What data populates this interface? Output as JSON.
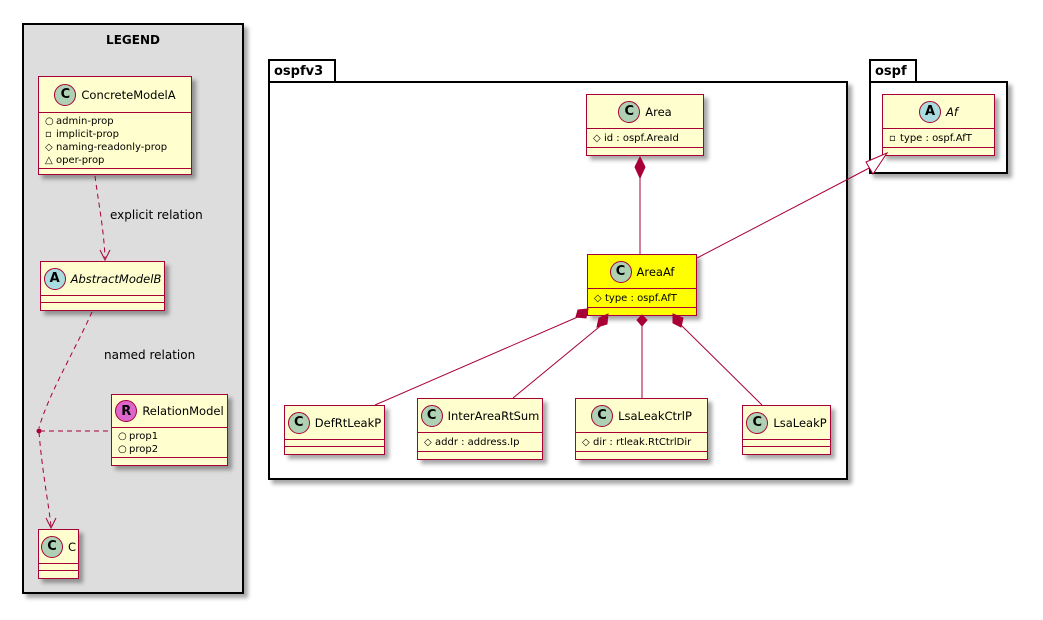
{
  "legend": {
    "title": "LEGEND",
    "concrete": {
      "name": "ConcreteModelA",
      "stereotype": "C",
      "attrs": [
        {
          "vis": "○",
          "text": "admin-prop"
        },
        {
          "vis": "▫",
          "text": "implicit-prop"
        },
        {
          "vis": "◇",
          "text": "naming-readonly-prop"
        },
        {
          "vis": "△",
          "text": "oper-prop"
        }
      ]
    },
    "abstract": {
      "name": "AbstractModelB",
      "stereotype": "A"
    },
    "relation": {
      "name": "RelationModel",
      "stereotype": "R",
      "attrs": [
        {
          "vis": "○",
          "text": "prop1"
        },
        {
          "vis": "○",
          "text": "prop2"
        }
      ]
    },
    "c": {
      "name": "C",
      "stereotype": "C"
    },
    "explicit_label": "explicit relation",
    "named_label": "named relation"
  },
  "ospfv3": {
    "package": "ospfv3",
    "area": {
      "name": "Area",
      "stereotype": "C",
      "attr": {
        "vis": "◇",
        "text": "id : ospf.AreaId"
      }
    },
    "areaaf": {
      "name": "AreaAf",
      "stereotype": "C",
      "attr": {
        "vis": "◇",
        "text": "type : ospf.AfT"
      }
    },
    "defrt": {
      "name": "DefRtLeakP",
      "stereotype": "C"
    },
    "interarea": {
      "name": "InterAreaRtSum",
      "stereotype": "C",
      "attr": {
        "vis": "◇",
        "text": "addr : address.Ip"
      }
    },
    "lsactrl": {
      "name": "LsaLeakCtrlP",
      "stereotype": "C",
      "attr": {
        "vis": "◇",
        "text": "dir : rtleak.RtCtrlDir"
      }
    },
    "lsaleak": {
      "name": "LsaLeakP",
      "stereotype": "C"
    }
  },
  "ospf": {
    "package": "ospf",
    "af": {
      "name": "Af",
      "stereotype": "A",
      "attr": {
        "vis": "▫",
        "text": "type : ospf.AfT"
      }
    }
  },
  "colors": {
    "class_fill": "#fefece",
    "class_border": "#a80036",
    "highlight_fill": "#ffff00",
    "legend_bg": "#dddddd"
  }
}
